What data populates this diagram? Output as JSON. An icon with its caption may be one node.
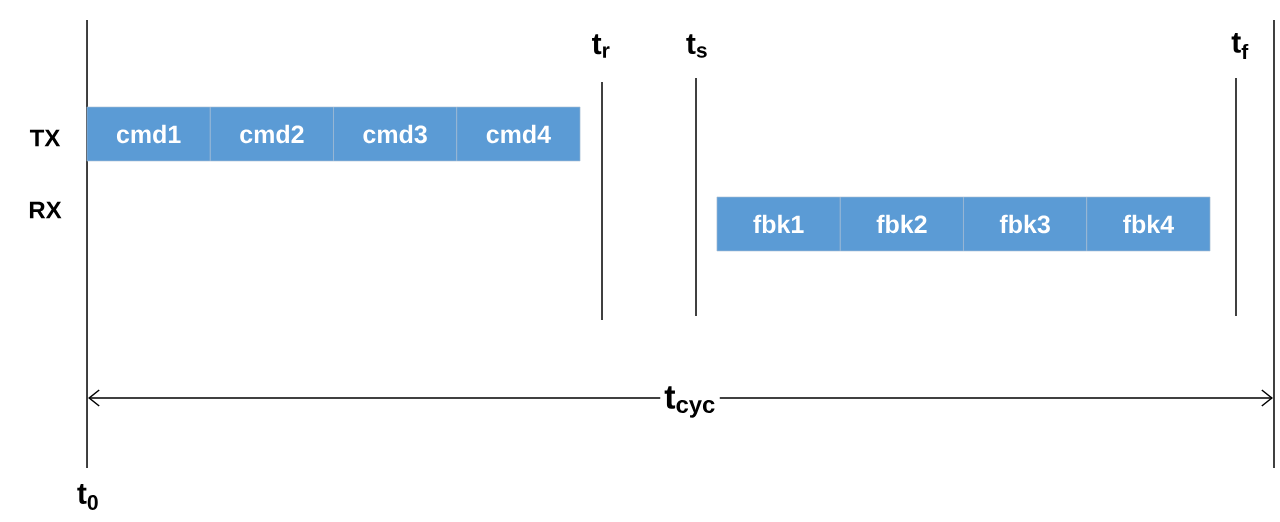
{
  "diagram": {
    "nodes": [
      {
        "text": [
          "cmd1"
        ]
      },
      {
        "text": [
          "cmd2"
        ]
      },
      {
        "text": [
          "cmd3"
        ]
      },
      {
        "text": [
          "cmd4"
        ]
      },
      {
        "text": [
          "fbk1"
        ]
      },
      {
        "text": [
          "fbk2"
        ]
      },
      {
        "text": [
          "fbk3"
        ]
      },
      {
        "text": [
          "fbk4"
        ]
      }
    ],
    "labels": [
      "t$_{r}$",
      "t$_{s}$",
      "t$_{f}$",
      "TX",
      "RX",
      "t$_{cyc}$",
      "t$_{0}$"
    ]
  }
}
